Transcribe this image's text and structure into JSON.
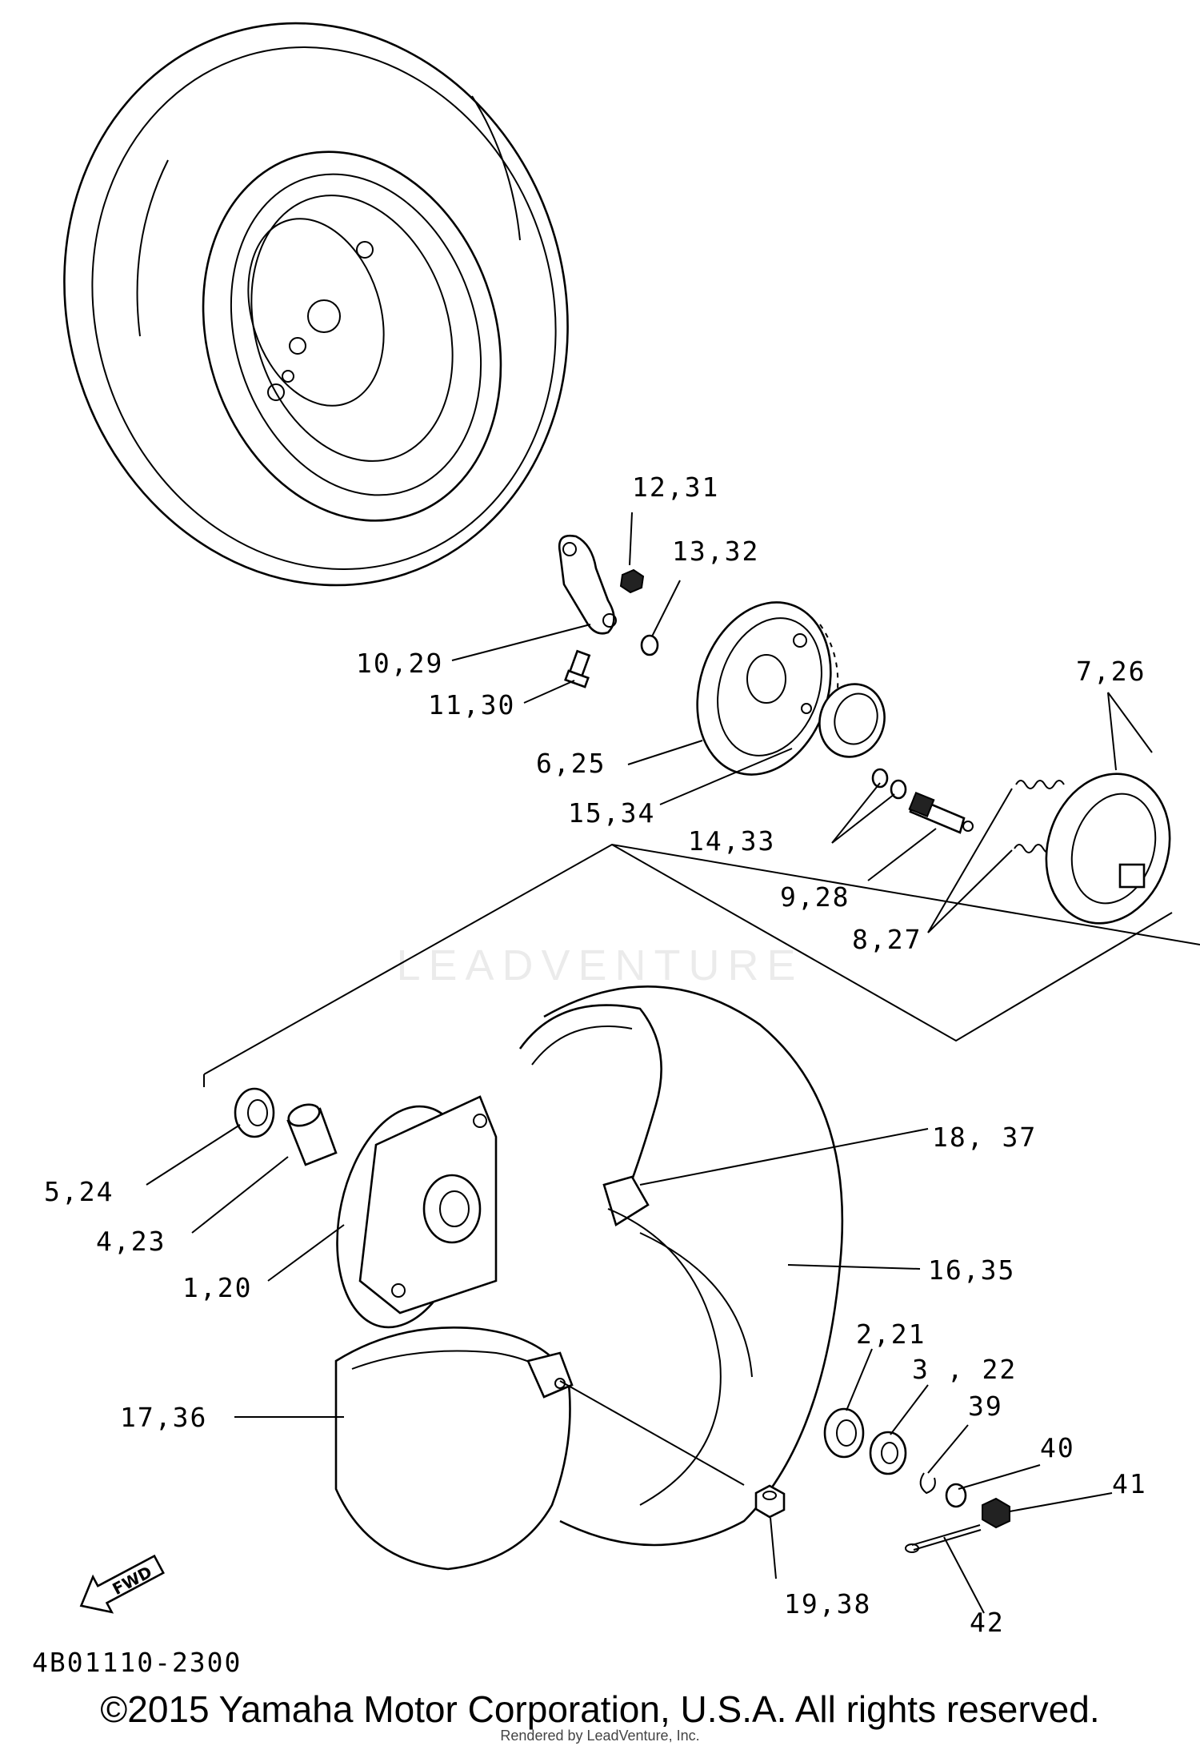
{
  "diagram": {
    "callouts": [
      {
        "id": "c1",
        "text": "12,31"
      },
      {
        "id": "c2",
        "text": "13,32"
      },
      {
        "id": "c3",
        "text": "10,29"
      },
      {
        "id": "c4",
        "text": "11,30"
      },
      {
        "id": "c5",
        "text": "7,26"
      },
      {
        "id": "c6",
        "text": "6,25"
      },
      {
        "id": "c7",
        "text": "15,34"
      },
      {
        "id": "c8",
        "text": "14,33"
      },
      {
        "id": "c9",
        "text": "9,28"
      },
      {
        "id": "c10",
        "text": "8,27"
      },
      {
        "id": "c11",
        "text": "18, 37"
      },
      {
        "id": "c12",
        "text": "5,24"
      },
      {
        "id": "c13",
        "text": "4,23"
      },
      {
        "id": "c14",
        "text": "1,20"
      },
      {
        "id": "c15",
        "text": "16,35"
      },
      {
        "id": "c16",
        "text": "2,21"
      },
      {
        "id": "c17",
        "text": "3 , 22"
      },
      {
        "id": "c18",
        "text": "39"
      },
      {
        "id": "c19",
        "text": "40"
      },
      {
        "id": "c20",
        "text": "41"
      },
      {
        "id": "c21",
        "text": "17,36"
      },
      {
        "id": "c22",
        "text": "19,38"
      },
      {
        "id": "c23",
        "text": "42"
      }
    ],
    "fwd_label": "FWD",
    "diagram_code": "4B01110-2300"
  },
  "watermark": "LEADVENTURE",
  "footer": {
    "copyright": "©2015 Yamaha Motor Corporation, U.S.A. All rights reserved.",
    "rendered_by": "Rendered by LeadVenture, Inc."
  }
}
